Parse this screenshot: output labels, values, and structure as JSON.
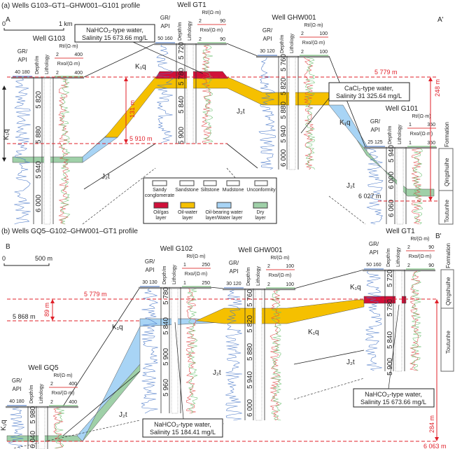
{
  "colors": {
    "oil_gas": "#d0103a",
    "oil_water": "#f5c000",
    "water": "#a8d4f5",
    "dry": "#9fd0a8",
    "marker": "#e0202a",
    "gr": "#4a78c8",
    "rt": "#e04848",
    "rxo": "#6cc070"
  },
  "a": {
    "title": "(a) Wells G103–GT1–GHW001–G101 profile",
    "start": "A",
    "end": "A'",
    "scale": {
      "zero": "0",
      "max": "1 km"
    },
    "wells": [
      {
        "name": "Well G103",
        "gr": "GR/",
        "api": "API",
        "gr_scale": "40 180",
        "depth": "Depth/m",
        "lith": "Lithology",
        "rt": "Rt/(Ω·m)",
        "rt_scale": [
          "2",
          "400"
        ],
        "rxo": "Rxo/(Ω·m)",
        "rxo_scale": [
          "2",
          "400"
        ],
        "depths": [
          "5 820",
          "5 880",
          "5 940",
          "6 000"
        ]
      },
      {
        "name": "Well GT1",
        "gr": "GR/",
        "api": "API",
        "gr_scale": "50 160",
        "depth": "Depth/m",
        "lith": "Lithology",
        "rt": "Rt/(Ω·m)",
        "rt_scale": [
          "2",
          "90"
        ],
        "rxo": "Rxo/(Ω·m)",
        "rxo_scale": [
          "2",
          "90"
        ],
        "depths": [
          "5 720",
          "5 780",
          "5 840",
          "5 900"
        ]
      },
      {
        "name": "Well GHW001",
        "gr": "GR/",
        "api": "API",
        "gr_scale": "30 120",
        "depth": "Depth/m",
        "lith": "Lithology",
        "rt": "Rt/(Ω·m)",
        "rt_scale": [
          "2",
          "100"
        ],
        "rxo": "Rxo/(Ω·m)",
        "rxo_scale": [
          "2",
          "100"
        ],
        "depths": [
          "5 760",
          "5 820",
          "5 880",
          "5 940",
          "6 000"
        ]
      },
      {
        "name": "Well G101",
        "gr": "GR/",
        "api": "API",
        "gr_scale": "25 125",
        "depth": "Depth/m",
        "lith": "Lithology",
        "rt": "Rt/(Ω·m)",
        "rt_scale": [
          "1",
          "350"
        ],
        "rxo": "Rxo/(Ω·m)",
        "rxo_scale": [
          "1",
          "350"
        ],
        "depths": [
          "5 940",
          "6 000",
          "6 060"
        ]
      }
    ],
    "callouts": [
      {
        "line1": "NaHCO₃-type water,",
        "line2": "Salinity 15 673.66 mg/L"
      },
      {
        "line1": "CaCl₂-type water,",
        "line2": "Salinity 31 325.64 mg/L"
      }
    ],
    "markers": {
      "top": "5 779 m",
      "g103_top": "5 910 m",
      "g101_top": "6 027 m",
      "thick1": "131 m",
      "thick2": "248 m"
    },
    "units": {
      "k1q": "K₁q",
      "j2t": "J₂t"
    },
    "formation": {
      "header": "Formation",
      "upper": "Qingshuihe",
      "lower": "Toutunhe"
    },
    "legend": {
      "items": [
        "Sandy conglomerate",
        "Sandstone",
        "Siltstone",
        "Mudstone",
        "Unconformity",
        "Oil/gas layer",
        "Oil-water layer",
        "Oil-bearing water layer/Water layer",
        "Dry layer"
      ]
    }
  },
  "b": {
    "title": "(b) Wells GQ5–G102–GHW001–GT1 profile",
    "start": "B",
    "end": "B'",
    "scale": {
      "zero": "0",
      "max": "500 m"
    },
    "wells": [
      {
        "name": "Well GQ5",
        "gr": "GR/",
        "api": "API",
        "gr_scale": "40 180",
        "depth": "Depth/m",
        "lith": "Lithology",
        "rt": "Rt/(Ω·m)",
        "rt_scale": [
          "2",
          "400"
        ],
        "rxo": "Rxo/(Ω·m)",
        "rxo_scale": [
          "2",
          "400"
        ],
        "depths": [
          "5 980",
          "6 040"
        ]
      },
      {
        "name": "Well G102",
        "gr": "GR/",
        "api": "API",
        "gr_scale": "30 130",
        "depth": "Depth/m",
        "lith": "Lithology",
        "rt": "Rt/(Ω·m)",
        "rt_scale": [
          "1",
          "250"
        ],
        "rxo": "Rxo/(Ω·m)",
        "rxo_scale": [
          "1",
          "250"
        ],
        "depths": [
          "5 780",
          "5 840",
          "5 900",
          "5 960"
        ]
      },
      {
        "name": "Well GHW001",
        "gr": "GR/",
        "api": "API",
        "gr_scale": "30 120",
        "depth": "Depth/m",
        "lith": "Lithology",
        "rt": "Rt/(Ω·m)",
        "rt_scale": [
          "2",
          "100"
        ],
        "rxo": "Rxo/(Ω·m)",
        "rxo_scale": [
          "2",
          "100"
        ],
        "depths": [
          "5 760",
          "5 820",
          "5 880",
          "5 940",
          "6 000"
        ]
      },
      {
        "name": "Well GT1",
        "gr": "GR/",
        "api": "API",
        "gr_scale": "50 160",
        "depth": "Depth/m",
        "lith": "Lithology",
        "rt": "Rt/(Ω·m)",
        "rt_scale": [
          "2",
          "90"
        ],
        "rxo": "Rxo/(Ω·m)",
        "rxo_scale": [
          "2",
          "90"
        ],
        "depths": [
          "5 720",
          "5 780",
          "5 840",
          "5 900"
        ]
      }
    ],
    "callouts": [
      {
        "line1": "NaHCO₃-type water,",
        "line2": "Salinity 15 184.41 mg/L"
      },
      {
        "line1": "NaHCO₃-type water,",
        "line2": "Salinity 15 673.66 mg/L"
      }
    ],
    "markers": {
      "top": "5 779 m",
      "g102_top": "5 868 m",
      "gq5_top": "6 063 m",
      "thick1": "89 m",
      "thick2": "284 m"
    },
    "units": {
      "k1q": "K₁q",
      "j2t": "J₂t"
    },
    "formation": {
      "header": "Formation",
      "upper": "Qingshuihe",
      "lower": "Toutunhe"
    }
  }
}
